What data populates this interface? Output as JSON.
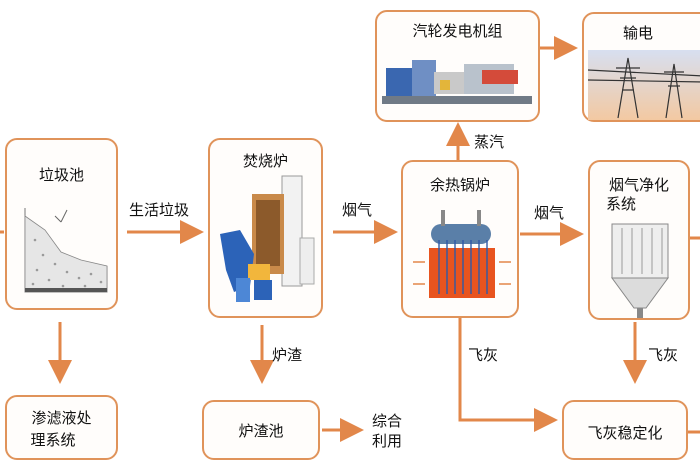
{
  "nodes": {
    "landfill_pit": "垃圾池",
    "incinerator": "焚烧炉",
    "waste_heat_boiler": "余热锅炉",
    "turbine_generator": "汽轮发电机组",
    "power_transmission": "输电",
    "flue_gas_purification_line1": "烟气净化",
    "flue_gas_purification_line2": "系统",
    "leachate_treatment_line1": "渗滤液处",
    "leachate_treatment_line2": "理系统",
    "slag_pit": "炉渣池",
    "fly_ash_stabilization": "飞灰稳定化"
  },
  "edge_labels": {
    "domestic_waste": "生活垃圾",
    "flue_gas_1": "烟气",
    "flue_gas_2": "烟气",
    "steam": "蒸汽",
    "slag": "炉渣",
    "fly_ash_1": "飞灰",
    "fly_ash_2": "飞灰",
    "reuse_line1": "综合",
    "reuse_line2": "利用"
  },
  "colors": {
    "arrow": "#e2874a",
    "box_border": "#e0935a"
  }
}
